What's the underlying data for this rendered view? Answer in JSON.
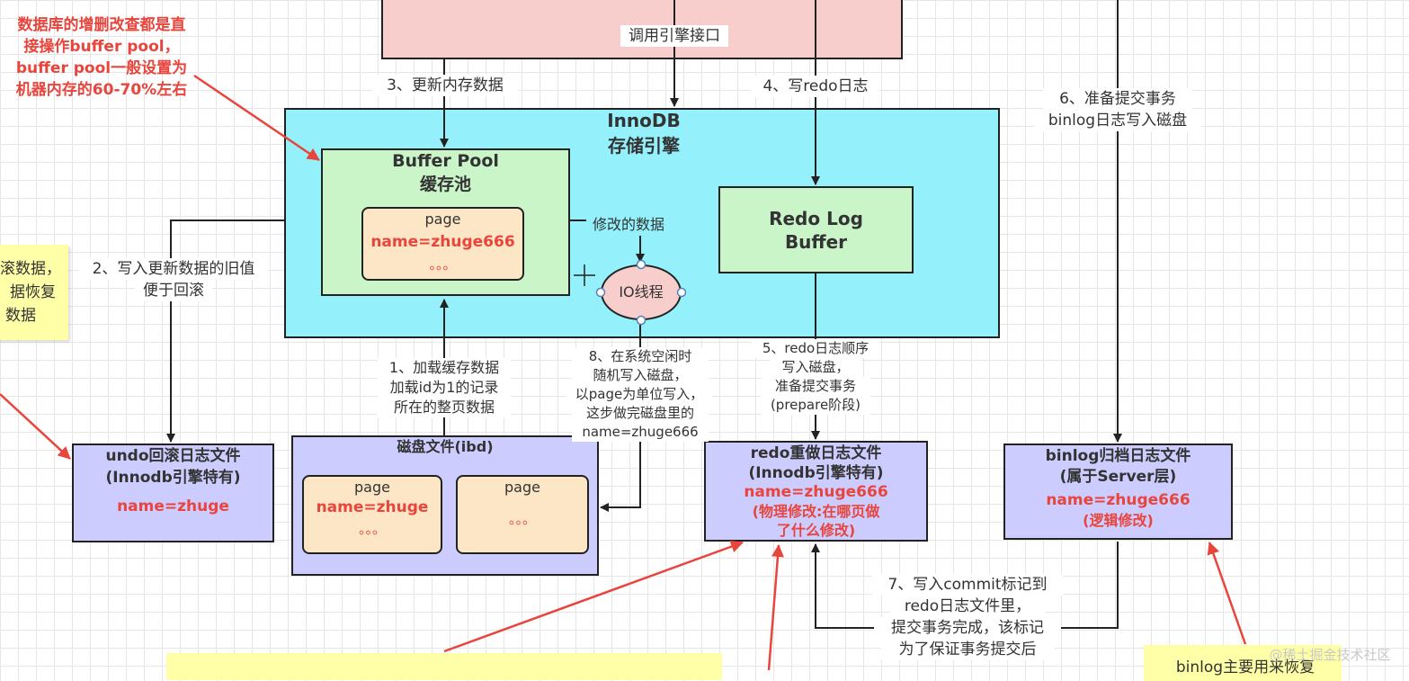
{
  "top_note": {
    "lines": [
      "数据库的增删改查都是直",
      "接操作buffer pool，",
      "buffer pool一般设置为",
      "机器内存的60-70%左右"
    ]
  },
  "executor_label": "调用引擎接口",
  "steps": {
    "s1": [
      "1、加载缓存数据",
      "加载id为1的记录",
      "所在的整页数据"
    ],
    "s2": [
      "2、写入更新数据的旧值",
      "便于回滚"
    ],
    "s3": "3、更新内存数据",
    "s4": "4、写redo日志",
    "s5": [
      "5、redo日志顺序",
      "写入磁盘，",
      "准备提交事务",
      "(prepare阶段)"
    ],
    "s6": [
      "6、准备提交事务",
      "binlog日志写入磁盘"
    ],
    "s7": [
      "7、写入commit标记到",
      "redo日志文件里，",
      "提交事务完成，该标记",
      "为了保证事务提交后"
    ],
    "s8": [
      "8、在系统空闲时",
      "随机写入磁盘，",
      "以page为单位写入，",
      "这步做完磁盘里的",
      "name=zhuge666"
    ]
  },
  "innodb": {
    "title": "InnoDB",
    "subtitle": "存储引擎"
  },
  "buffer_pool": {
    "title": "Buffer Pool",
    "subtitle": "缓存池",
    "page": {
      "label": "page",
      "value": "name=zhuge666",
      "dots": "。。。"
    }
  },
  "modified_label": "修改的数据",
  "io_thread": "IO线程",
  "redo_buffer": {
    "line1": "Redo Log",
    "line2": "Buffer"
  },
  "left_note": {
    "lines": [
      "滚数据，",
      "据恢复",
      "数据"
    ]
  },
  "undo_file": {
    "title": "undo回滚日志文件",
    "subtitle": "(Innodb引擎特有)",
    "value": "name=zhuge"
  },
  "disk_file": {
    "title": "磁盘文件(ibd)",
    "page1": {
      "label": "page",
      "value": "name=zhuge",
      "dots": "。。。"
    },
    "page2": {
      "label": "page",
      "dots": "。。。"
    }
  },
  "redo_file": {
    "title": "redo重做日志文件",
    "subtitle": "(Innodb引擎特有)",
    "value": "name=zhuge666",
    "note": [
      "(物理修改:在哪页做",
      "了什么修改)"
    ]
  },
  "binlog_file": {
    "title": "binlog归档日志文件",
    "subtitle": "(属于Server层)",
    "value": "name=zhuge666",
    "note": "(逻辑修改)"
  },
  "bottom_note_right": "binlog主要用来恢复",
  "watermark": "@稀土掘金技术社区",
  "colors": {
    "executor_fill": "#f8cecc",
    "innodb_fill": "#94f1fc",
    "green_fill": "#c9f5c8",
    "page_fill": "#fde6c5",
    "blue_fill": "#ccccff",
    "io_fill": "#f8cecc",
    "note_fill": "#ffffa8",
    "red_text": "#e8453c"
  }
}
